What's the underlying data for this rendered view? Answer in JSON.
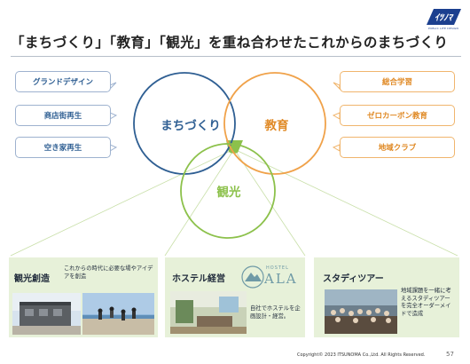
{
  "logo": {
    "sub_text": "PUBLIC LIFE DESIGN",
    "color": "#1b3f8f"
  },
  "header": {
    "title": "「まちづくり」「教育」「観光」を重ね合わせたこれからのまちづくり"
  },
  "diagram": {
    "circles": {
      "machi": {
        "label": "まちづくり",
        "color": "#2f5f93"
      },
      "kyoiku": {
        "label": "教育",
        "color": "#f0a24a"
      },
      "kanko": {
        "label": "観光",
        "color": "#8cc14b"
      }
    },
    "left_tags": [
      "グランドデザイン",
      "商店街再生",
      "空き家再生"
    ],
    "right_tags": [
      "総合学習",
      "ゼロカーボン教育",
      "地域クラブ"
    ]
  },
  "panels": [
    {
      "title": "観光創造",
      "desc": "これからの時代に必要な場やアイデアを創造"
    },
    {
      "title": "ホステル経営",
      "logo_small": "HOSTEL",
      "logo_big": "ALA",
      "desc": "自社でホステルを企画設計・経営。"
    },
    {
      "title": "スタディツアー",
      "desc": "地域課題を一緒に考えるスタディツアーを完全オーダーメイドで造成"
    }
  ],
  "footer": {
    "copyright": "Copyright© 2023 ITSUNOMA Co.,Ltd.  All Rights Reserved.",
    "page": "57"
  }
}
